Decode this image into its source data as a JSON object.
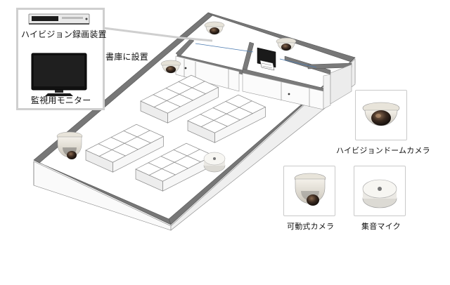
{
  "equipment_panel": {
    "recorder_label": "ハイビジョン録画装置",
    "monitor_label": "監視用モニター"
  },
  "callout_label": "書庫に設置",
  "legend": {
    "dome_camera_label": "ハイビジョンドームカメラ",
    "ptz_camera_label": "可動式カメラ",
    "microphone_label": "集音マイク"
  }
}
